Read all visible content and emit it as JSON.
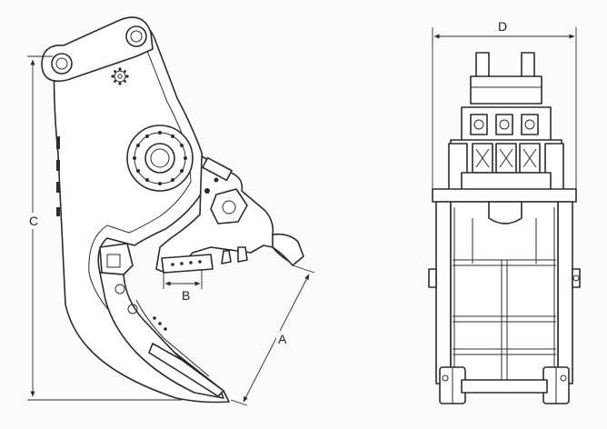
{
  "diagram": {
    "side_view": {
      "dimension_labels": {
        "a": "A",
        "b": "B",
        "c": "C"
      }
    },
    "front_view": {
      "dimension_labels": {
        "d": "D"
      }
    }
  }
}
